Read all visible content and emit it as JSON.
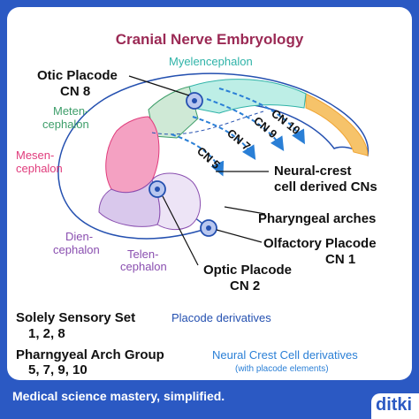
{
  "title": "Cranial Nerve Embryology",
  "regions": {
    "myelencephalon": "Myelencephalon",
    "metencephalon": [
      "Meten-",
      "cephalon"
    ],
    "mesencephalon": [
      "Mesen-",
      "cephalon"
    ],
    "diencephalon": [
      "Dien-",
      "cephalon"
    ],
    "telencephalon": [
      "Telen-",
      "cephalon"
    ]
  },
  "callouts": {
    "otic": [
      "Otic Placode",
      "CN 8"
    ],
    "neural_crest": [
      "Neural-crest",
      "cell derived CNs"
    ],
    "pharyngeal": "Pharyngeal arches",
    "olfactory": [
      "Olfactory Placode",
      "CN 1"
    ],
    "optic": [
      "Optic Placode",
      "CN 2"
    ]
  },
  "nerves": [
    "CN 10",
    "CN 9",
    "CN 7",
    "CN 5"
  ],
  "groups": {
    "sensory_title": "Solely Sensory Set",
    "sensory_desc": "Placode derivatives",
    "sensory_nums": "1, 2, 8",
    "arch_title": "Pharngyeal Arch Group",
    "arch_desc": "Neural Crest Cell derivatives",
    "arch_sub": "(with placode elements)",
    "arch_nums": "5, 7, 9, 10"
  },
  "footer": "Medical science mastery, simplified.",
  "brand": "ditki",
  "colors": {
    "background": "#2b59c3",
    "title": "#9b2a55",
    "myelencephalon": "#2fb3a8",
    "metencephalon": "#3e9e6a",
    "mesencephalon": "#e03c7c",
    "diencephalon": "#8a4fb0",
    "telencephalon": "#8a4fb0",
    "nerve_arrow": "#2a7fd6",
    "neural_crest_text": "#2a7fd6",
    "outline": "#2450b0"
  }
}
